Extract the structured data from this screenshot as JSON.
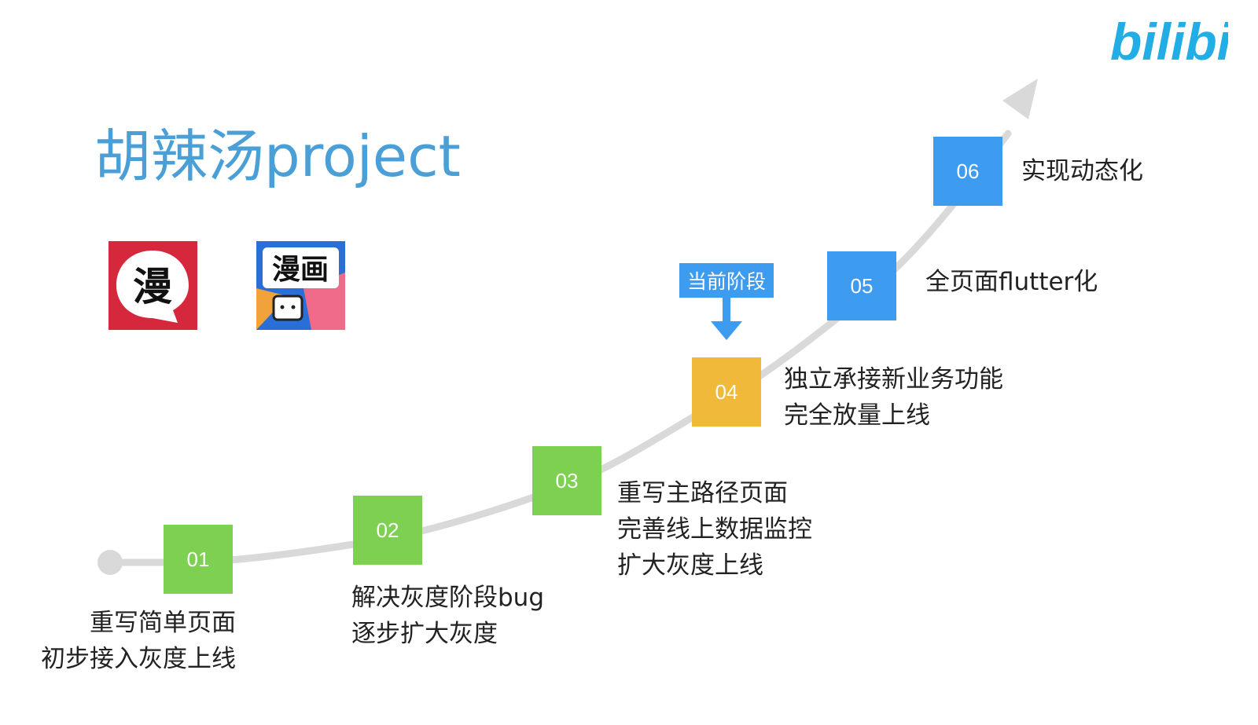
{
  "title": "胡辣汤project",
  "logo": {
    "text": "bilibili",
    "color": "#23ade5"
  },
  "apps": [
    {
      "name": "漫",
      "icon": "manhua-red-app-icon",
      "bg": "#d6283c"
    },
    {
      "name": "漫画",
      "icon": "manhua-blue-app-icon",
      "bg": "#2a6fd8"
    }
  ],
  "current_stage_label": "当前阶段",
  "colors": {
    "title": "#4a9fd6",
    "green": "#7ed050",
    "yellow": "#f0b93a",
    "blue": "#3d9bf0",
    "curve": "#d9d9d9"
  },
  "steps": [
    {
      "num": "01",
      "color": "green",
      "lines": [
        "重写简单页面",
        "初步接入灰度上线"
      ]
    },
    {
      "num": "02",
      "color": "green",
      "lines": [
        "解决灰度阶段bug",
        "逐步扩大灰度"
      ]
    },
    {
      "num": "03",
      "color": "green",
      "lines": [
        "重写主路径页面",
        "完善线上数据监控",
        "扩大灰度上线"
      ]
    },
    {
      "num": "04",
      "color": "yellow",
      "lines": [
        "独立承接新业务功能",
        "完全放量上线"
      ]
    },
    {
      "num": "05",
      "color": "blue",
      "lines": [
        "全页面flutter化"
      ]
    },
    {
      "num": "06",
      "color": "blue",
      "lines": [
        "实现动态化"
      ]
    }
  ]
}
